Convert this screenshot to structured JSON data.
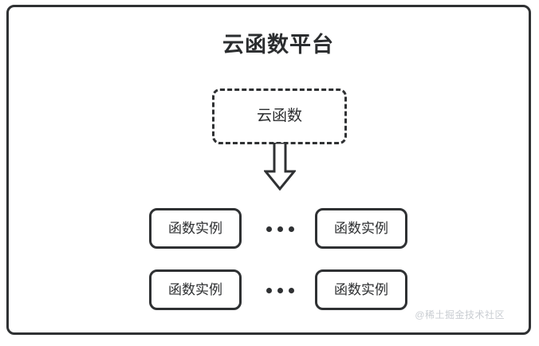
{
  "diagram": {
    "title": "云函数平台",
    "cloud_function": {
      "label": "云函数",
      "border_style": "dashed"
    },
    "arrow": {
      "name": "down-block-arrow",
      "direction": "down"
    },
    "instance_rows": [
      {
        "left": {
          "label": "函数实例"
        },
        "ellipsis": "•••",
        "right": {
          "label": "函数实例"
        }
      },
      {
        "left": {
          "label": "函数实例"
        },
        "ellipsis": "•••",
        "right": {
          "label": "函数实例"
        }
      }
    ],
    "watermark": "@稀土掘金技术社区",
    "colors": {
      "stroke": "#2f3133",
      "text": "#2b2d2f",
      "background": "#ffffff",
      "watermark": "#c9cdd2"
    }
  }
}
